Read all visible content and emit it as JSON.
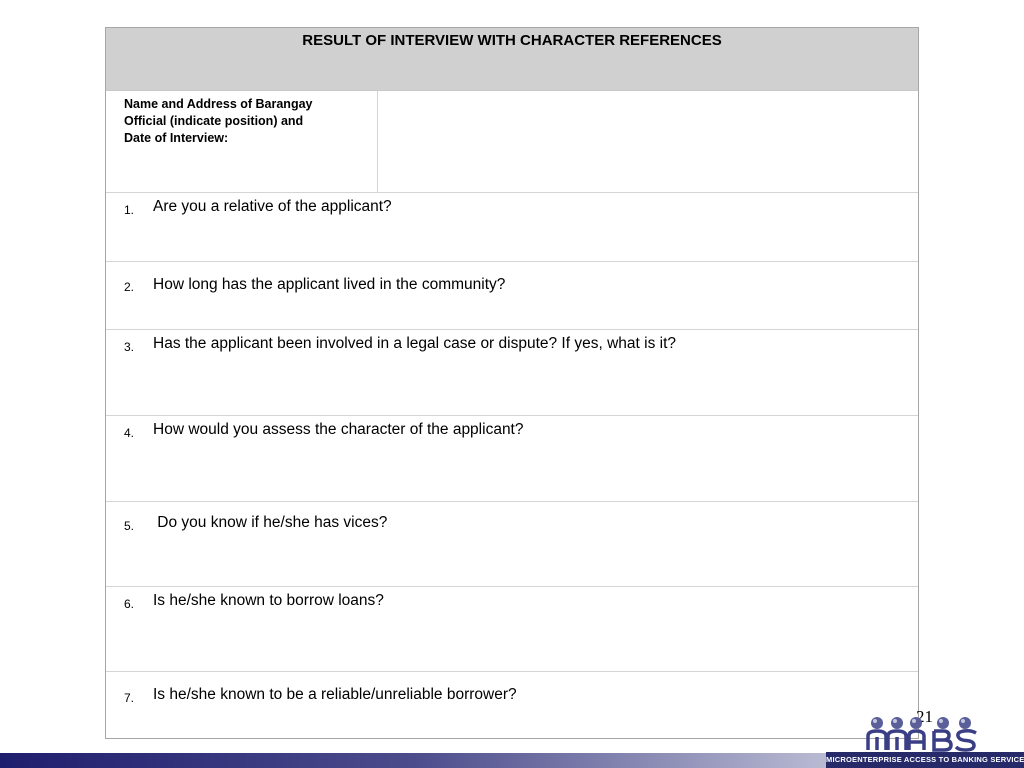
{
  "header": {
    "title": "RESULT OF INTERVIEW  WITH CHARACTER REFERENCES"
  },
  "official": {
    "label_lines": [
      "Name and Address of Barangay",
      "Official (indicate position) and",
      "Date of Interview:"
    ],
    "value": ""
  },
  "questions": [
    {
      "number": "1.",
      "text": "Are you a relative of the applicant?"
    },
    {
      "number": "2.",
      "text": "How long has the applicant lived in the community?"
    },
    {
      "number": "3.",
      "text": "Has the applicant been involved in a legal case or dispute?  If yes, what is it?"
    },
    {
      "number": "4.",
      "text": "How would you assess the character of the applicant?"
    },
    {
      "number": "5.",
      "text": " Do you know if he/she has vices?"
    },
    {
      "number": "6.",
      "text": "Is he/she known to borrow loans?"
    },
    {
      "number": "7.",
      "text": "Is he/she known to be a reliable/unreliable borrower?"
    }
  ],
  "page_number": "21",
  "footer": {
    "logo_text": "MABS",
    "logo_tagline": "MICROENTERPRISE ACCESS TO BANKING SERVICES",
    "brand_color": "#262a68"
  }
}
